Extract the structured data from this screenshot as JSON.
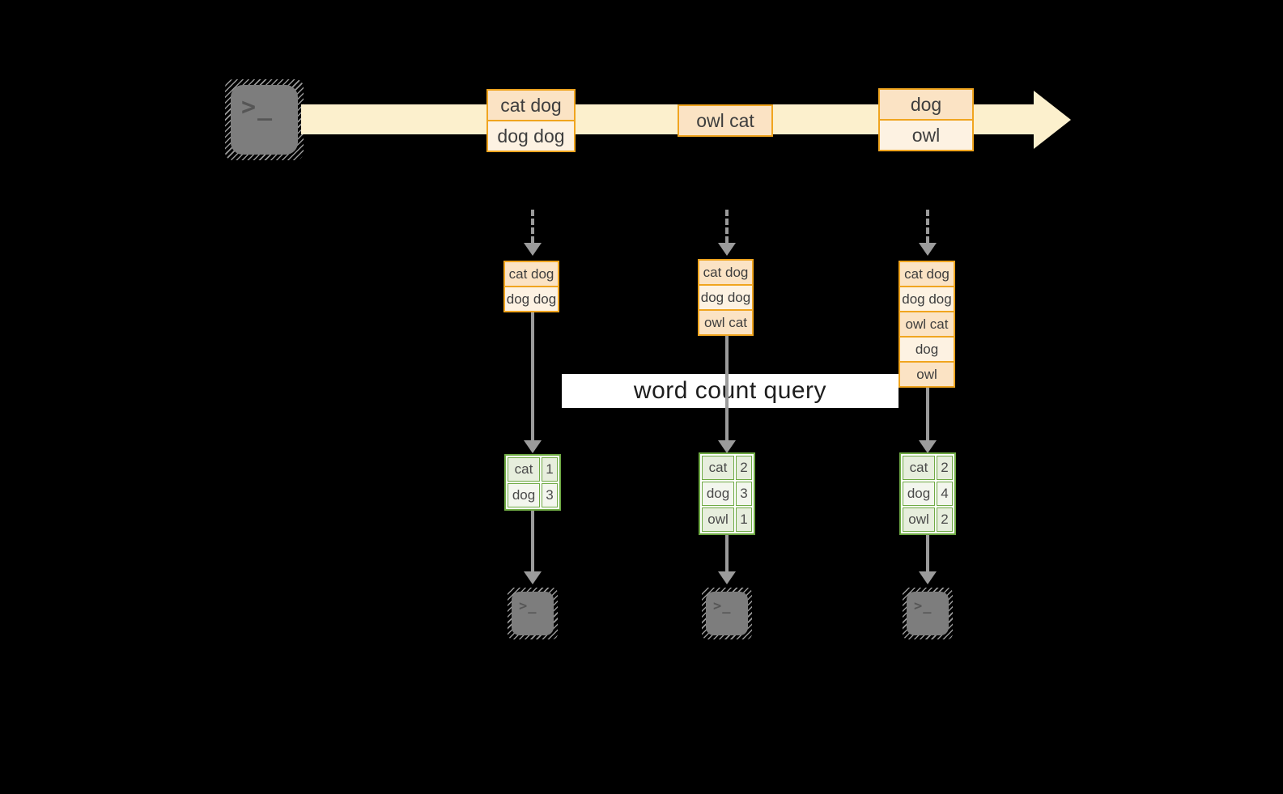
{
  "terminal": {
    "prompt": ">_"
  },
  "stream": {
    "batches": [
      {
        "lines": [
          "cat dog",
          "dog dog"
        ]
      },
      {
        "lines": [
          "owl cat"
        ]
      },
      {
        "lines": [
          "dog",
          "owl"
        ]
      }
    ]
  },
  "query_banner": {
    "label": "word count query"
  },
  "columns": [
    {
      "input_records": [
        "cat dog",
        "dog dog"
      ],
      "counts": [
        {
          "word": "cat",
          "count": "1"
        },
        {
          "word": "dog",
          "count": "3"
        }
      ]
    },
    {
      "input_records": [
        "cat dog",
        "dog dog",
        "owl cat"
      ],
      "counts": [
        {
          "word": "cat",
          "count": "2"
        },
        {
          "word": "dog",
          "count": "3"
        },
        {
          "word": "owl",
          "count": "1"
        }
      ]
    },
    {
      "input_records": [
        "cat dog",
        "dog dog",
        "owl cat",
        "dog",
        "owl"
      ],
      "counts": [
        {
          "word": "cat",
          "count": "2"
        },
        {
          "word": "dog",
          "count": "4"
        },
        {
          "word": "owl",
          "count": "2"
        }
      ]
    }
  ],
  "colors": {
    "background": "#000000",
    "stream_band": "#fcf0cd",
    "record_border": "#f0a51f",
    "record_fill_dark": "#fbe3c4",
    "record_fill_light": "#fdf2e2",
    "table_border": "#6faa44",
    "arrow_gray": "#9b9b9b",
    "terminal_gray": "#7d7d7d"
  }
}
